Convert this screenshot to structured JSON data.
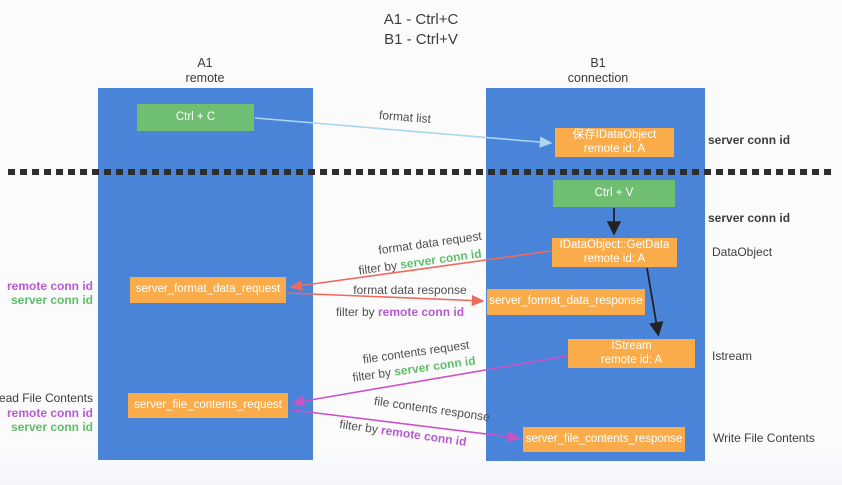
{
  "title": {
    "line1": "A1 - Ctrl+C",
    "line2": "B1 - Ctrl+V"
  },
  "lanes": {
    "left": {
      "name": "A1",
      "role": "remote"
    },
    "right": {
      "name": "B1",
      "role": "connection"
    }
  },
  "nodes": {
    "ctrl_c": {
      "label": "Ctrl + C"
    },
    "ctrl_v": {
      "label": "Ctrl + V"
    },
    "save_dataobject": {
      "line1": "保存IDataObject",
      "line2": "remote id: A"
    },
    "getdata": {
      "line1": "IDataObject::GetData",
      "line2": "remote id: A"
    },
    "istream": {
      "line1": "IStream",
      "line2": "remote id: A"
    },
    "format_request": {
      "label": "server_format_data_request"
    },
    "format_response": {
      "label": "server_format_data_response"
    },
    "file_request": {
      "label": "server_file_contents_request"
    },
    "file_response": {
      "label": "server_file_contents_response"
    }
  },
  "edges": {
    "format_list": "format list",
    "format_data_request": "format data request",
    "format_data_response": "format data response",
    "file_contents_request": "file contents request",
    "file_contents_response": "file contents response",
    "filter_by": "filter by",
    "server_conn_id": "server conn id",
    "remote_conn_id": "remote conn id"
  },
  "annotations": {
    "right": {
      "server_conn_id_1": "server conn id",
      "server_conn_id_2": "server conn id",
      "dataobject": "DataObject",
      "istream": "Istream",
      "write_file_contents": "Write File Contents"
    },
    "left": {
      "remote_conn_id_1": "remote conn id",
      "server_conn_id_1": "server conn id",
      "read_file_contents": "Read File Contents",
      "remote_conn_id_2": "remote conn id",
      "server_conn_id_2": "server conn id"
    }
  },
  "colors": {
    "lane_blue": "#4a84d8",
    "action_green": "#6fbe72",
    "message_orange": "#f9ac49",
    "server_id_green": "#5fbe6b",
    "remote_id_purple": "#b65bd2",
    "request_arrow_red": "#ef6a5d",
    "response_arrow_magenta": "#cc53c6",
    "format_list_arrow_blue": "#a9d7ef",
    "control_arrow_black": "#222222"
  }
}
